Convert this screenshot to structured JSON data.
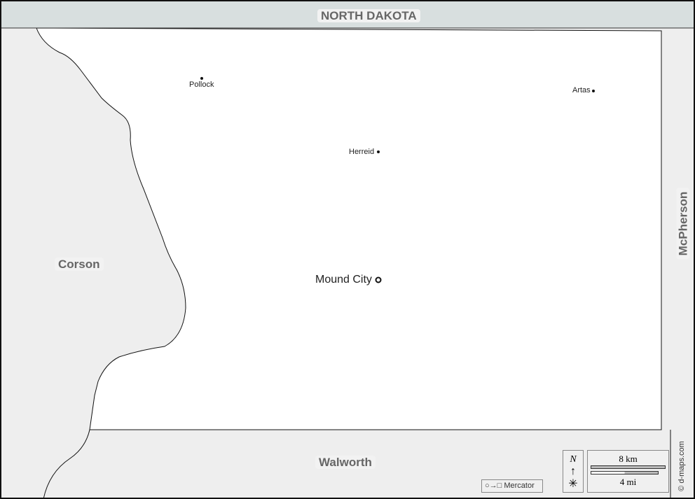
{
  "regions": {
    "north": "NORTH DAKOTA",
    "west": "Corson",
    "east": "McPherson",
    "south": "Walworth"
  },
  "towns": [
    {
      "name": "Pollock"
    },
    {
      "name": "Artas"
    },
    {
      "name": "Herreid"
    },
    {
      "name": "Mound City",
      "seat": true
    }
  ],
  "legend": {
    "projection": "Mercator",
    "north": "N",
    "scale_km": "8 km",
    "scale_mi": "4 mi",
    "credit": "© d-maps.com"
  },
  "colors": {
    "neighbor": "#eeeeee",
    "water_state": "#d8dfdf",
    "county": "#ffffff"
  }
}
